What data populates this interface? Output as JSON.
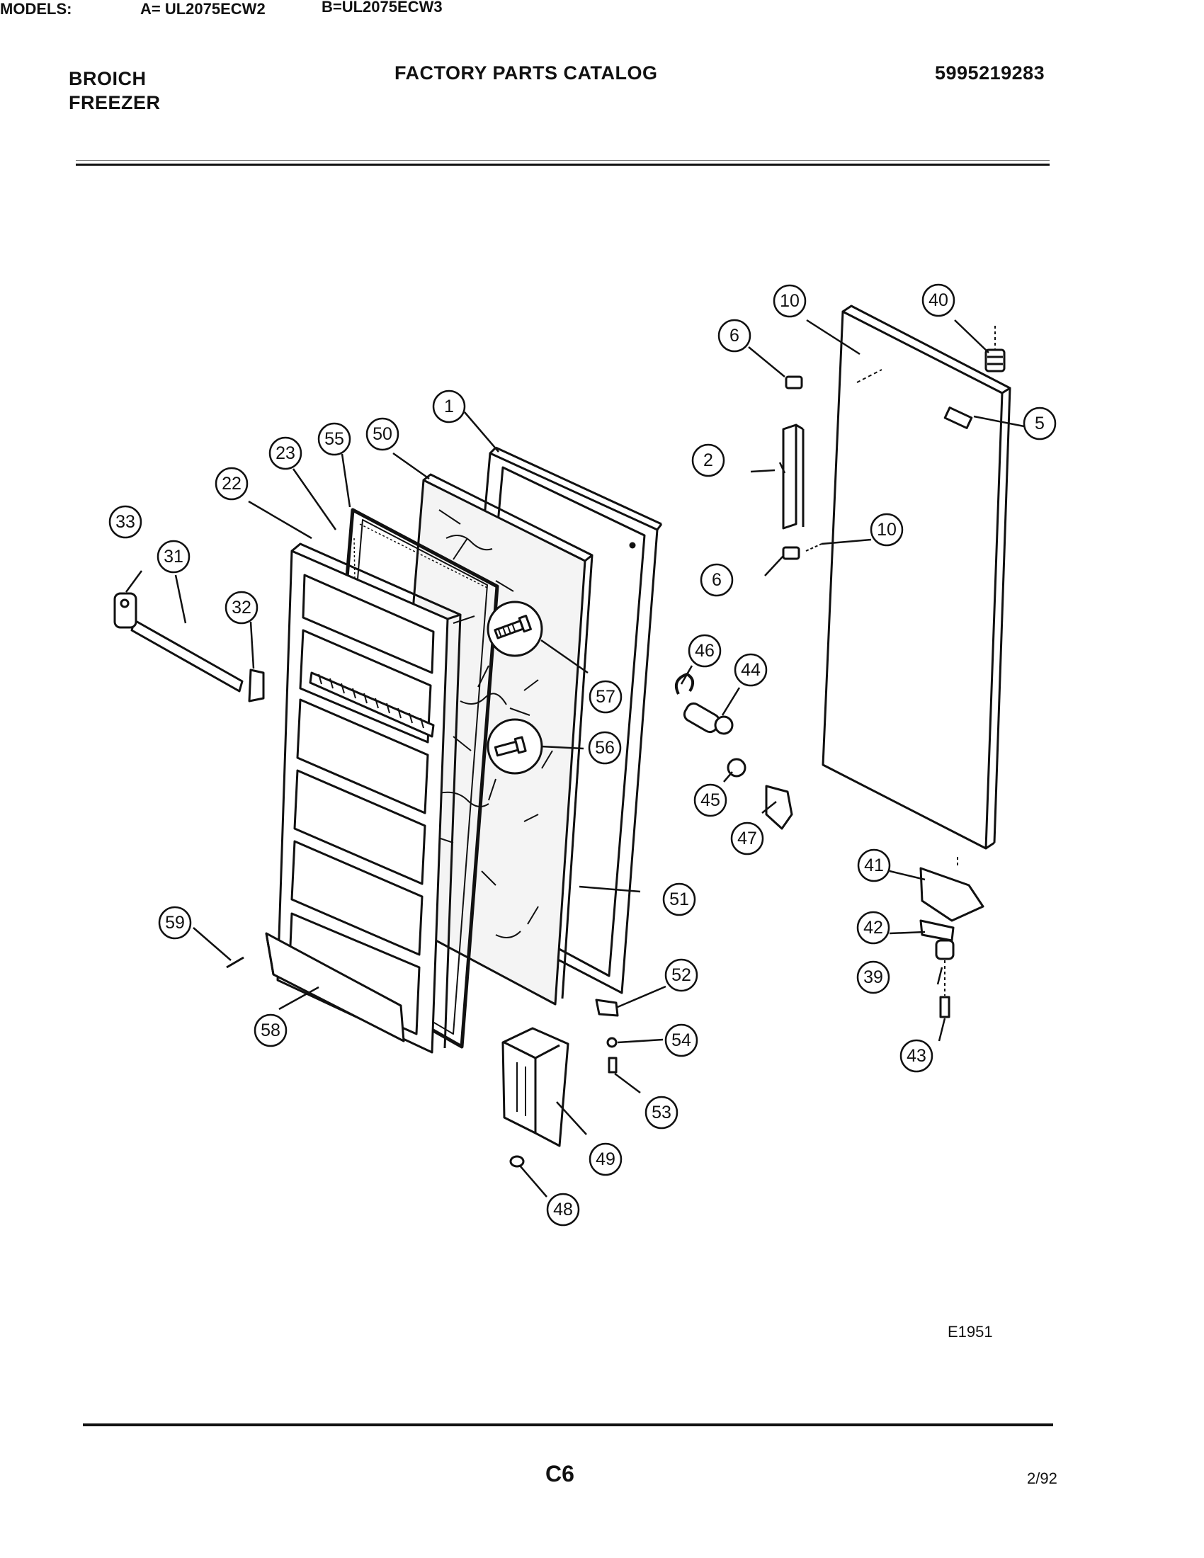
{
  "header": {
    "brand_line1": "BROICH",
    "brand_line2": "FREEZER",
    "title": "FACTORY PARTS CATALOG",
    "catalog_number": "5995219283"
  },
  "models": {
    "label": "MODELS:",
    "model_a": "A= UL2075ECW2",
    "model_b": "B=UL2075ECW3"
  },
  "diagram": {
    "part_callouts": [
      "1",
      "2",
      "5",
      "6",
      "6",
      "10",
      "10",
      "22",
      "23",
      "31",
      "32",
      "33",
      "39",
      "40",
      "41",
      "42",
      "43",
      "44",
      "45",
      "46",
      "47",
      "48",
      "49",
      "50",
      "51",
      "52",
      "53",
      "54",
      "55",
      "56",
      "57",
      "58",
      "59"
    ],
    "figure_code": "E1951"
  },
  "footer": {
    "page": "C6",
    "date": "2/92"
  }
}
